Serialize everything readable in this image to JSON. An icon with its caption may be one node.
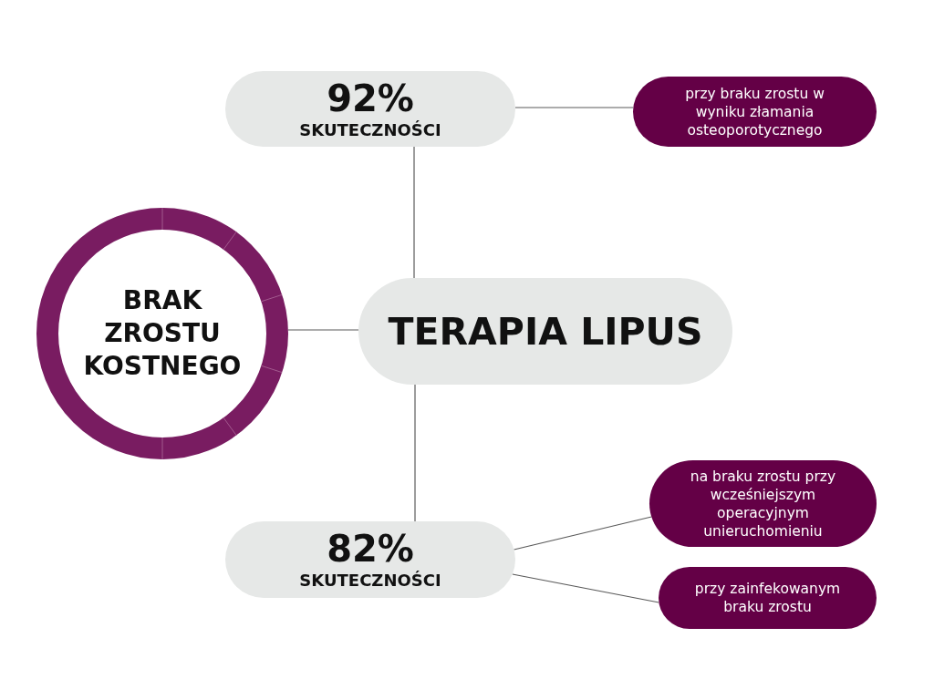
{
  "diagram": {
    "nodes": [
      {
        "text": [
          "92%",
          "SKUTECZNOŚCI"
        ]
      },
      {
        "text": [
          "przy braku zrostu w wyniku złamania osteoporotycznego"
        ]
      },
      {
        "text": [
          "BRAK ZROSTU KOSTNEGO"
        ]
      },
      {
        "text": [
          "TERAPIA LIPUS"
        ]
      },
      {
        "text": [
          "82%",
          "SKUTECZNOŚCI"
        ]
      },
      {
        "text": [
          "na braku zrostu przy wcześniejszym operacyjnym unieruchomieniu"
        ]
      },
      {
        "text": [
          "przy zainfekowanym braku zrostu"
        ]
      }
    ],
    "edges": [
      {
        "from": 2,
        "to": 3,
        "arrow": "none"
      },
      {
        "from": 3,
        "to": 0,
        "arrow": "none"
      },
      {
        "from": 0,
        "to": 1,
        "arrow": "none"
      },
      {
        "from": 3,
        "to": 4,
        "arrow": "none"
      },
      {
        "from": 4,
        "to": 5,
        "arrow": "none"
      },
      {
        "from": 4,
        "to": 6,
        "arrow": "none"
      }
    ]
  }
}
